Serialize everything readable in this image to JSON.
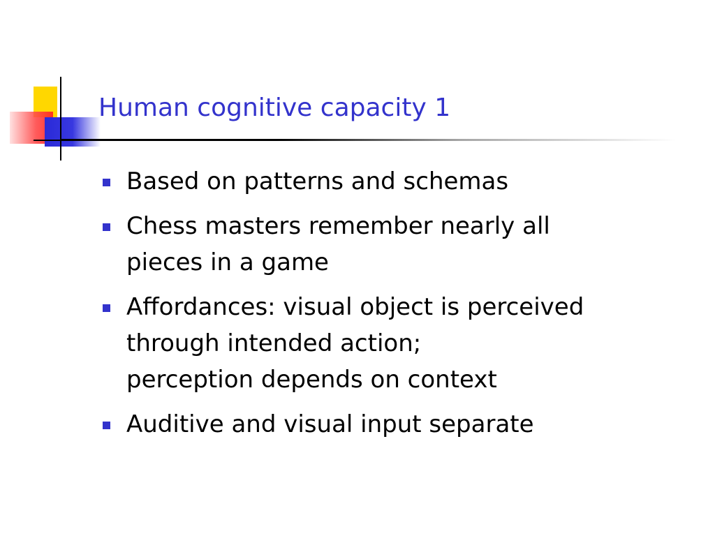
{
  "slide": {
    "title": "Human cognitive capacity 1",
    "bullets": [
      {
        "text": "Based on patterns and schemas"
      },
      {
        "text": "Chess masters remember nearly all\npieces in a game"
      },
      {
        "text": "Affordances: visual object is perceived\nthrough intended action;\nperception depends on context"
      },
      {
        "text": "Auditive and visual input separate"
      }
    ]
  },
  "colors": {
    "title": "#3333cc",
    "bullet_mark": "#3333cc",
    "text": "#000000",
    "logo_yellow": "#ffd700",
    "logo_red": "#ff2020",
    "logo_blue": "#2a2ad8"
  }
}
